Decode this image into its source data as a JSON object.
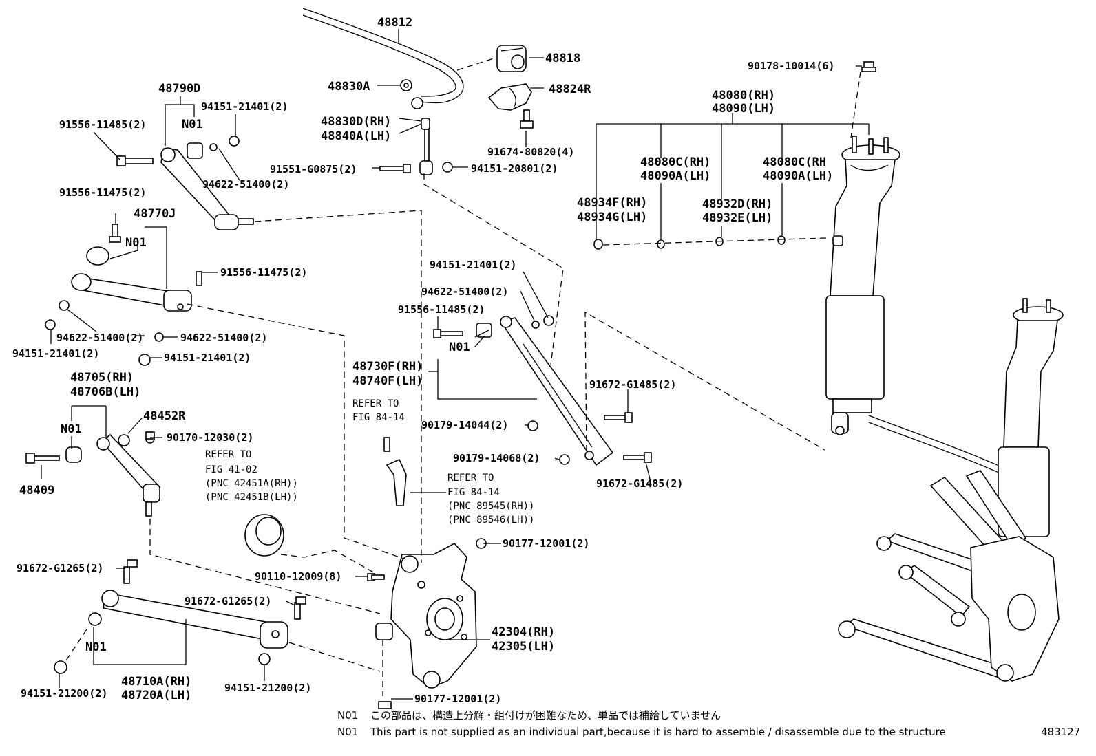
{
  "labels": {
    "p48812": "48812",
    "p48818": "48818",
    "p48830a": "48830A",
    "p48824r": "48824R",
    "p48790d": "48790D",
    "p94151_21401_a": "94151-21401(2)",
    "n01_a": "N01",
    "p91556_11485_a": "91556-11485(2)",
    "p48830d": "48830D(RH)",
    "p48840a": "48840A(LH)",
    "p91674_80820": "91674-80820(4)",
    "p90178_10014": "90178-10014(6)",
    "p48080": "48080(RH)",
    "p48090": "48090(LH)",
    "p91551_g0875": "91551-G0875(2)",
    "p94151_20801": "94151-20801(2)",
    "p94622_51400_a": "94622-51400(2)",
    "p48080c_a": "48080C(RH)",
    "p48090a_a": "48090A(LH)",
    "p48080c_b": "48080C(RH",
    "p48090a_b": "48090A(LH)",
    "p91556_11475_a": "91556-11475(2)",
    "p48770j": "48770J",
    "n01_b": "N01",
    "p48934f": "48934F(RH)",
    "p48934g": "48934G(LH)",
    "p48932d": "48932D(RH)",
    "p48932e": "48932E(LH)",
    "p91556_11475_b": "91556-11475(2)",
    "p94151_21401_b": "94151-21401(2)",
    "p94622_51400_b": "94622-51400(2)",
    "p91556_11485_b": "91556-11485(2)",
    "n01_c": "N01",
    "p94622_51400_c": "94622-51400(2)",
    "p94622_51400_d": "94622-51400(2)",
    "p94151_21401_c": "94151-21401(2)",
    "p94151_21401_d": "94151-21401(2)",
    "p48730f": "48730F(RH)",
    "p48740f": "48740F(LH)",
    "p48705": "48705(RH)",
    "p48706b": "48706B(LH)",
    "refer_to_a": "REFER TO",
    "fig_84_14_a": "FIG 84-14",
    "p91672_g1485_a": "91672-G1485(2)",
    "p48452r": "48452R",
    "n01_d": "N01",
    "p90179_14044": "90179-14044(2)",
    "p90170_12030": "90170-12030(2)",
    "refer_to_b": "REFER TO",
    "fig_41_02": "FIG 41-02",
    "pnc_42451a": "(PNC 42451A(RH))",
    "pnc_42451b": "(PNC 42451B(LH))",
    "p90179_14068": "90179-14068(2)",
    "p91672_g1485_b": "91672-G1485(2)",
    "p48409": "48409",
    "refer_to_c": "REFER TO",
    "fig_84_14_b": "FIG 84-14",
    "pnc_89545": "(PNC 89545(RH))",
    "pnc_89546": "(PNC 89546(LH))",
    "p90177_12001_a": "90177-12001(2)",
    "p91672_g1265_a": "91672-G1265(2)",
    "p90110_12009": "90110-12009(8)",
    "p91672_g1265_b": "91672-G1265(2)",
    "n01_e": "N01",
    "p42304": "42304(RH)",
    "p42305": "42305(LH)",
    "p48710a": "48710A(RH)",
    "p48720a": "48720A(LH)",
    "p94151_21200_a": "94151-21200(2)",
    "p94151_21200_b": "94151-21200(2)",
    "p90177_12001_b": "90177-12001(2)"
  },
  "notes": {
    "code_1": "N01",
    "jp": "この部品は、構造上分解・組付けが困難なため、単品では補給していません",
    "code_2": "N01",
    "en": "This part is not supplied as an individual part,because it is hard to assemble / disassemble due to the structure"
  },
  "figure_id": "483127"
}
